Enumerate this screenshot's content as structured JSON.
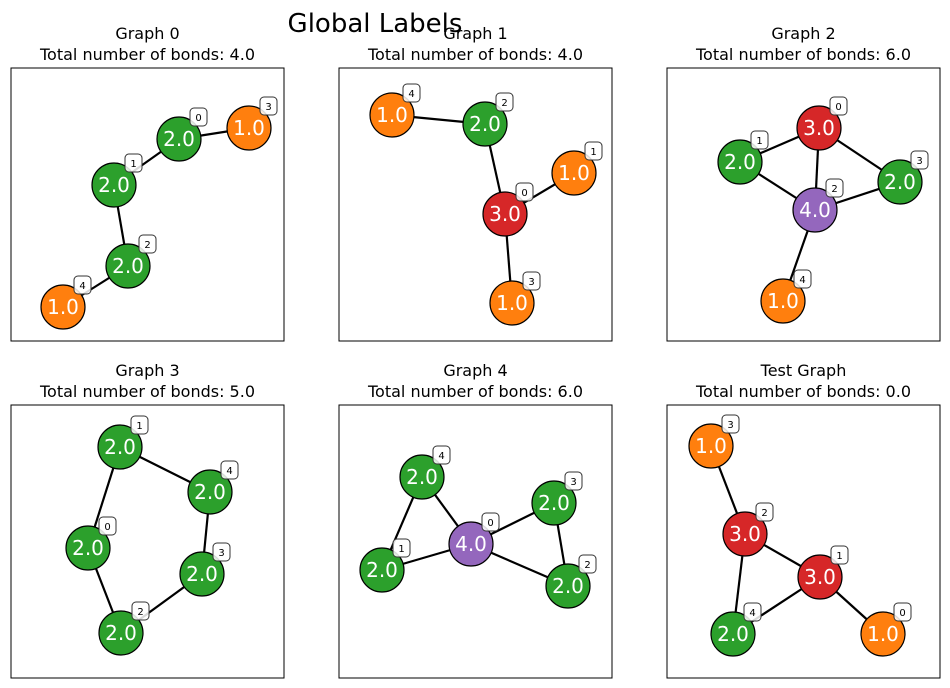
{
  "figure": {
    "suptitle": "Global Labels"
  },
  "colors": {
    "1.0": "#ff7f0e",
    "2.0": "#2ca02c",
    "3.0": "#d62728",
    "4.0": "#9467bd",
    "edge": "#000000",
    "node_label_text": "#ffffff"
  },
  "graphs": [
    {
      "title": "Graph 0",
      "subtitle": "Total number of bonds: 4.0",
      "nodes": [
        {
          "id": "0",
          "label": "2.0"
        },
        {
          "id": "1",
          "label": "2.0"
        },
        {
          "id": "2",
          "label": "2.0"
        },
        {
          "id": "3",
          "label": "1.0"
        },
        {
          "id": "4",
          "label": "1.0"
        }
      ],
      "edges": [
        [
          "0",
          "1"
        ],
        [
          "0",
          "3"
        ],
        [
          "1",
          "2"
        ],
        [
          "2",
          "4"
        ]
      ]
    },
    {
      "title": "Graph 1",
      "subtitle": "Total number of bonds: 4.0",
      "nodes": [
        {
          "id": "0",
          "label": "3.0"
        },
        {
          "id": "1",
          "label": "1.0"
        },
        {
          "id": "2",
          "label": "2.0"
        },
        {
          "id": "3",
          "label": "1.0"
        },
        {
          "id": "4",
          "label": "1.0"
        }
      ],
      "edges": [
        [
          "4",
          "2"
        ],
        [
          "2",
          "0"
        ],
        [
          "0",
          "1"
        ],
        [
          "0",
          "3"
        ]
      ]
    },
    {
      "title": "Graph 2",
      "subtitle": "Total number of bonds: 6.0",
      "nodes": [
        {
          "id": "0",
          "label": "3.0"
        },
        {
          "id": "1",
          "label": "2.0"
        },
        {
          "id": "2",
          "label": "4.0"
        },
        {
          "id": "3",
          "label": "2.0"
        },
        {
          "id": "4",
          "label": "1.0"
        }
      ],
      "edges": [
        [
          "1",
          "0"
        ],
        [
          "0",
          "2"
        ],
        [
          "0",
          "3"
        ],
        [
          "1",
          "2"
        ],
        [
          "2",
          "3"
        ],
        [
          "2",
          "4"
        ]
      ]
    },
    {
      "title": "Graph 3",
      "subtitle": "Total number of bonds: 5.0",
      "nodes": [
        {
          "id": "0",
          "label": "2.0"
        },
        {
          "id": "1",
          "label": "2.0"
        },
        {
          "id": "2",
          "label": "2.0"
        },
        {
          "id": "3",
          "label": "2.0"
        },
        {
          "id": "4",
          "label": "2.0"
        }
      ],
      "edges": [
        [
          "1",
          "4"
        ],
        [
          "4",
          "3"
        ],
        [
          "3",
          "2"
        ],
        [
          "2",
          "0"
        ],
        [
          "0",
          "1"
        ]
      ]
    },
    {
      "title": "Graph 4",
      "subtitle": "Total number of bonds: 6.0",
      "nodes": [
        {
          "id": "0",
          "label": "4.0"
        },
        {
          "id": "1",
          "label": "2.0"
        },
        {
          "id": "2",
          "label": "2.0"
        },
        {
          "id": "3",
          "label": "2.0"
        },
        {
          "id": "4",
          "label": "2.0"
        }
      ],
      "edges": [
        [
          "4",
          "1"
        ],
        [
          "4",
          "0"
        ],
        [
          "1",
          "0"
        ],
        [
          "0",
          "3"
        ],
        [
          "0",
          "2"
        ],
        [
          "3",
          "2"
        ]
      ]
    },
    {
      "title": "Test Graph",
      "subtitle": "Total number of bonds: 0.0",
      "nodes": [
        {
          "id": "0",
          "label": "1.0"
        },
        {
          "id": "1",
          "label": "3.0"
        },
        {
          "id": "2",
          "label": "3.0"
        },
        {
          "id": "3",
          "label": "1.0"
        },
        {
          "id": "4",
          "label": "2.0"
        }
      ],
      "edges": [
        [
          "3",
          "2"
        ],
        [
          "2",
          "1"
        ],
        [
          "2",
          "4"
        ],
        [
          "4",
          "1"
        ],
        [
          "1",
          "0"
        ]
      ]
    }
  ]
}
